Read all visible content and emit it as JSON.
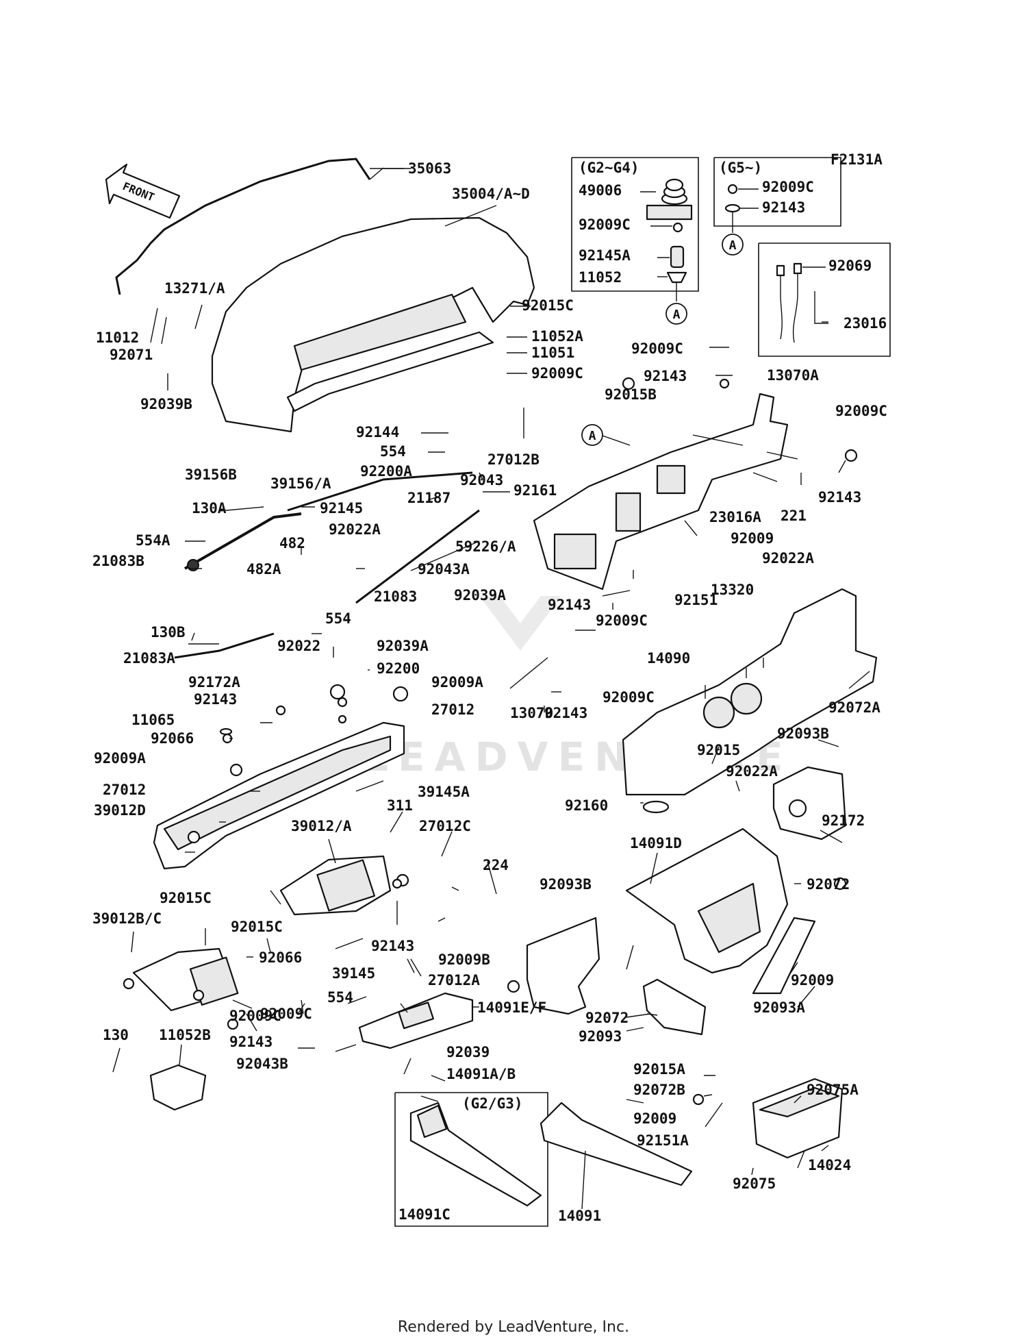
{
  "diagram_code": "F2131A",
  "front_arrow_label": "FRONT",
  "watermark": "LEADVENTURE",
  "footer": "Rendered by LeadVenture, Inc.",
  "callout": "A",
  "groups": {
    "g2_g4": {
      "title": "(G2~G4)",
      "parts": [
        "49006",
        "92009C",
        "92145A",
        "11052"
      ]
    },
    "g5": {
      "title": "(G5~)",
      "parts": [
        "92009C",
        "92143"
      ]
    },
    "kit_23016": {
      "parts": [
        "92069",
        "23016"
      ]
    },
    "g2_g3": {
      "title": "(G2/G3)",
      "parts": [
        "14091C"
      ]
    }
  },
  "labels": [
    "35063",
    "35004/A~D",
    "13271/A",
    "11012",
    "92071",
    "92039B",
    "92015C",
    "11052A",
    "11051",
    "92009C",
    "92009C",
    "92143",
    "13070A",
    "92009C",
    "92015B",
    "92144",
    "554",
    "27012B",
    "92043",
    "39156B",
    "39156/A",
    "92200A",
    "92161",
    "130A",
    "92145",
    "21187",
    "554A",
    "21083B",
    "482",
    "92022A",
    "92043A",
    "59226/A",
    "23016A",
    "221",
    "92143",
    "482A",
    "21083",
    "554",
    "92039A",
    "92009",
    "92022A",
    "130B",
    "21083A",
    "92022",
    "92039A",
    "92143",
    "92009C",
    "92151",
    "13320",
    "92200",
    "14090",
    "92072A",
    "92172A",
    "92009A",
    "92143",
    "27012",
    "13070",
    "92143",
    "92009C",
    "11065",
    "92066",
    "92009A",
    "27012",
    "39012D",
    "39145A",
    "92015",
    "92022A",
    "92093B",
    "311",
    "27012C",
    "92160",
    "92172",
    "39012/A",
    "224",
    "14091D",
    "92072",
    "92093B",
    "92015C",
    "39012B/C",
    "92015C",
    "92066",
    "92009C",
    "92143",
    "39145",
    "92009B",
    "27012A",
    "92009",
    "554",
    "92072",
    "92093A",
    "92009C",
    "14091E/F",
    "92093",
    "92143",
    "130",
    "11052B",
    "92043B",
    "92039",
    "14091A/B",
    "92015A",
    "92072B",
    "92075A",
    "92009",
    "92151A",
    "14091",
    "14024",
    "92075"
  ]
}
